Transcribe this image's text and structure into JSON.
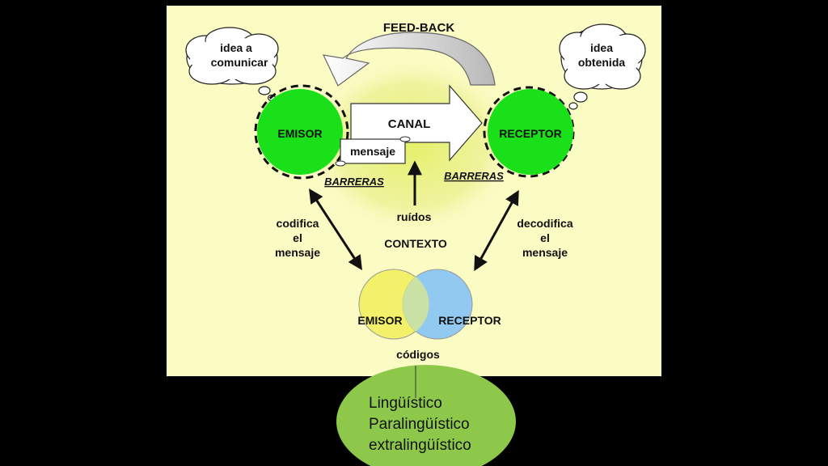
{
  "feedback": "FEED-BACK",
  "thought_sender": [
    "idea a",
    "comunicar"
  ],
  "thought_receiver": [
    "idea",
    "obtenida"
  ],
  "sender": "EMISOR",
  "receiver": "RECEPTOR",
  "channel": "CANAL",
  "message": "mensaje",
  "barriers_left": "BARRERAS",
  "barriers_right": "BARRERAS",
  "noise": "ruídos",
  "context": "CONTEXTO",
  "encode": [
    "codifica",
    "el",
    "mensaje"
  ],
  "decode": [
    "decodifica",
    "el",
    "mensaje"
  ],
  "codes": {
    "sender": "EMISOR",
    "receiver": "RECEPTOR",
    "label": "códigos"
  },
  "code_types": [
    "Lingüístico",
    "Paralingüístico",
    "extralingüístico"
  ],
  "colors": {
    "panel": "#FBFBC4",
    "green": "#19E019",
    "yellow_circle": "#F3F06A",
    "blue_circle": "#8CC6F2",
    "code_oval": "#8DC84B",
    "arrow_gray": "#C8C8C8"
  }
}
